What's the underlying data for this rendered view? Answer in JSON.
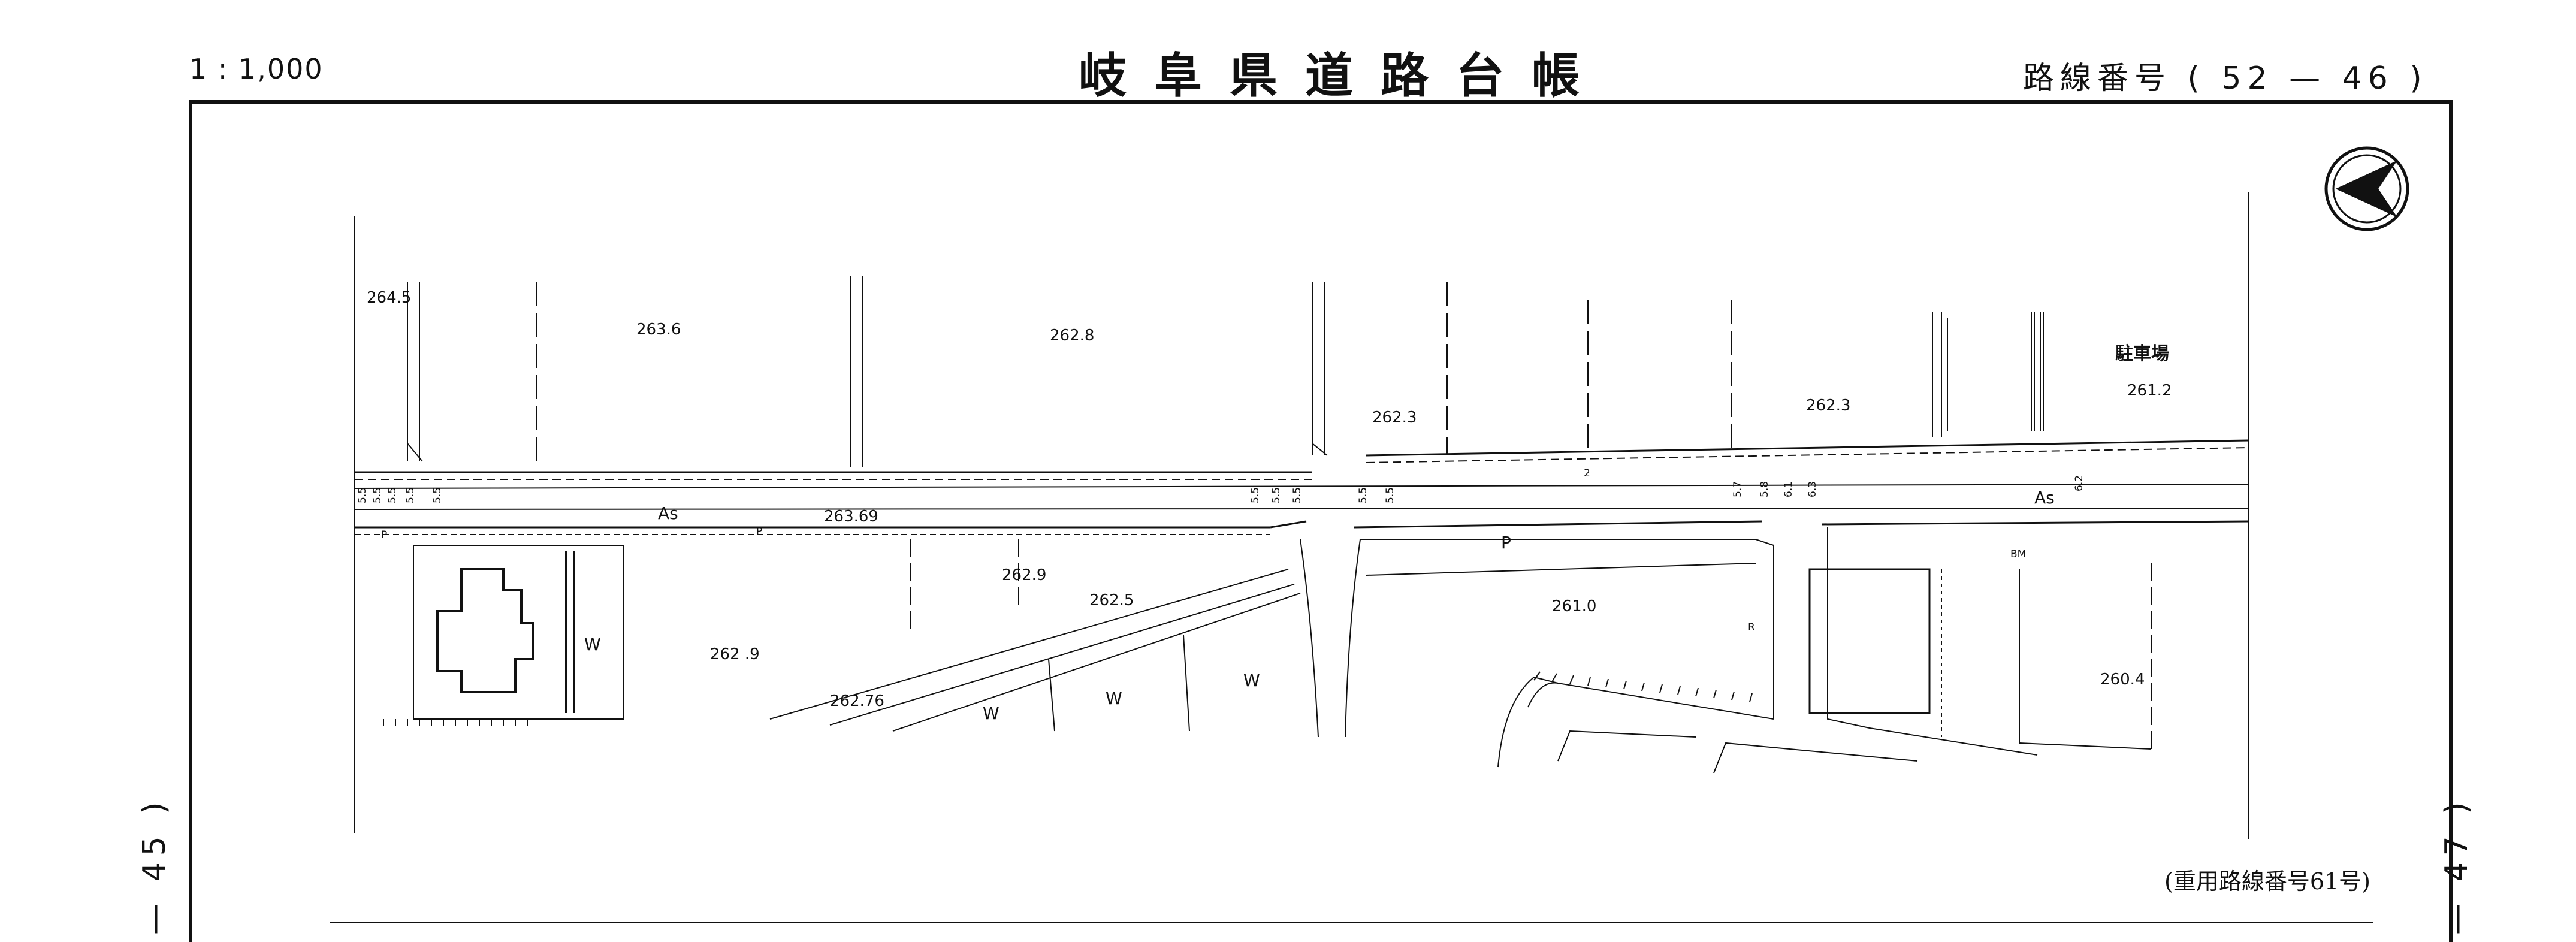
{
  "header": {
    "scale": "1 : 1,000",
    "title": "岐阜県道路台帳",
    "route_label": "路線番号",
    "route_open": "(",
    "route_a": "52",
    "route_dash": "—",
    "route_b": "46",
    "route_close": ")"
  },
  "side_pages": {
    "left": "— 45 )",
    "right": "— 47 )"
  },
  "note": "(重用路線番号61号)",
  "map": {
    "elevations": [
      "263.6",
      "262.8",
      "262.3",
      "262.3",
      "261.2",
      "264.5",
      "263.69",
      "262.9",
      "262.5",
      "262 .9",
      "262.76",
      "261.0",
      "260.4"
    ],
    "labels": {
      "parking": "駐車場",
      "asphalt": "As",
      "pole": "P",
      "water": "W",
      "bench_mark": "BM",
      "r": "R",
      "two": "2"
    },
    "widths": [
      "5.5",
      "5.5",
      "5.5",
      "5.5",
      "5.5",
      "5.5",
      "5.5",
      "5.5",
      "5.5",
      "5.5",
      "5.7",
      "5.8",
      "6.1",
      "6.3",
      "6.2"
    ]
  },
  "colors": {
    "ink": "#111111",
    "paper": "#ffffff"
  }
}
